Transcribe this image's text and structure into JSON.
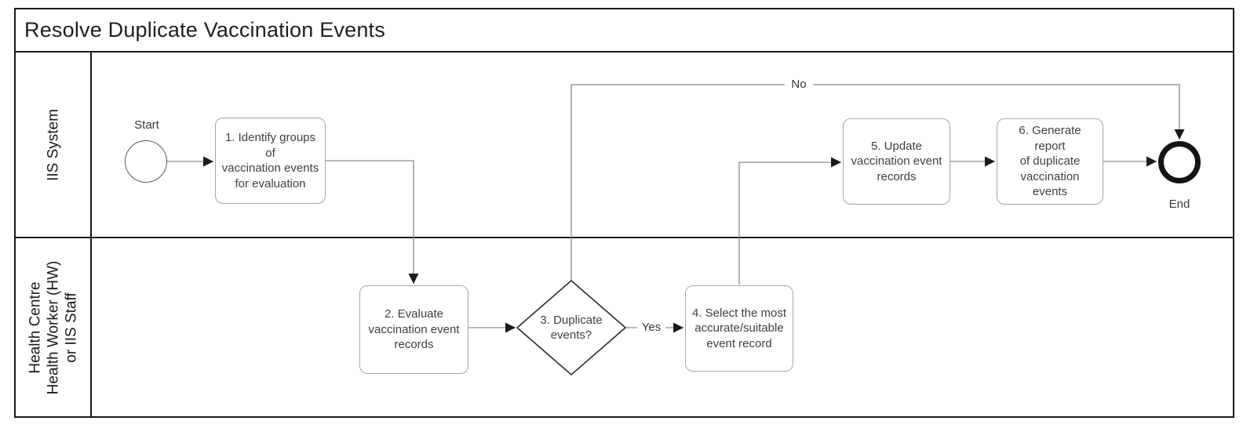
{
  "pool": {
    "title": "Resolve Duplicate Vaccination Events"
  },
  "lanes": [
    {
      "id": "iis-system",
      "label_lines": [
        "IIS System"
      ]
    },
    {
      "id": "health-centre-staff",
      "label_lines": [
        "Health Centre",
        "Health Worker (HW)",
        "or IIS Staff"
      ]
    }
  ],
  "nodes": {
    "start": {
      "type": "start-event",
      "label": "Start"
    },
    "task1": {
      "type": "task",
      "label": "1. Identify groups of\nvaccination events\nfor evaluation"
    },
    "task2": {
      "type": "task",
      "label": "2. Evaluate\nvaccination event\nrecords"
    },
    "gateway3": {
      "type": "decision",
      "label": "3. Duplicate\nevents?"
    },
    "task4": {
      "type": "task",
      "label": "4. Select the most\naccurate/suitable\nevent record"
    },
    "task5": {
      "type": "task",
      "label": "5. Update\nvaccination event\nrecords"
    },
    "task6": {
      "type": "task",
      "label": "6. Generate report\nof duplicate\nvaccination events"
    },
    "end": {
      "type": "end-event",
      "label": "End"
    }
  },
  "edge_labels": {
    "yes": "Yes",
    "no": "No"
  },
  "colors": {
    "frame": "#1a1a1a",
    "task_border": "#a6a6a6",
    "gateway_border": "#2b2b2b",
    "connector": "#8c8c8c",
    "arrowhead": "#1a1a1a",
    "node_text": "#3f3f3f",
    "background": "#ffffff"
  }
}
